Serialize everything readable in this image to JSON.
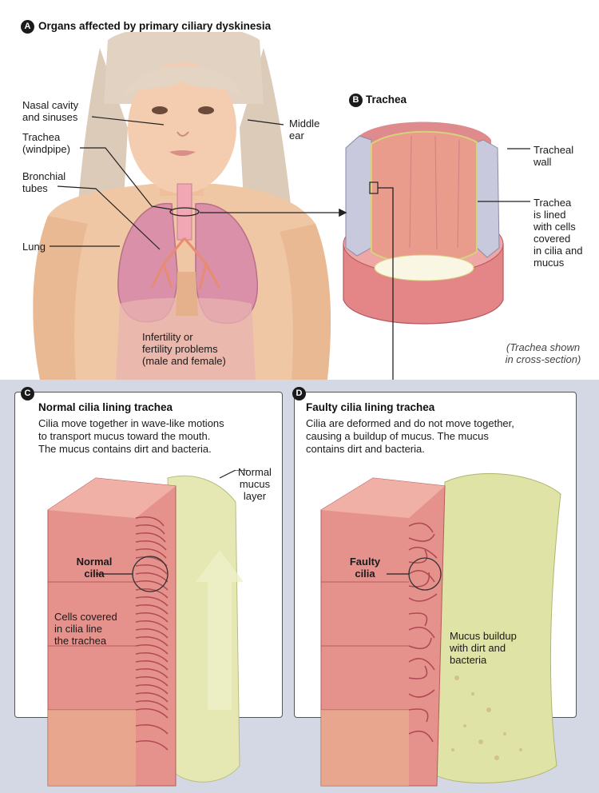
{
  "panel_a": {
    "badge": "A",
    "title": "Organs affected by primary ciliary dyskinesia",
    "labels": {
      "nasal": [
        "Nasal cavity",
        "and sinuses"
      ],
      "trachea": [
        "Trachea",
        "(windpipe)"
      ],
      "bronchial": [
        "Bronchial",
        "tubes"
      ],
      "lung": "Lung",
      "ear": [
        "Middle",
        "ear"
      ],
      "fertility": [
        "Infertility or",
        "fertility problems",
        "(male and female)"
      ]
    }
  },
  "panel_b": {
    "badge": "B",
    "title": "Trachea",
    "labels": {
      "wall": [
        "Tracheal",
        "wall"
      ],
      "lined": [
        "Trachea",
        "is lined",
        "with cells",
        "covered",
        "in cilia and",
        "mucus"
      ],
      "note": [
        "(Trachea shown",
        "in cross-section)"
      ]
    }
  },
  "panel_c": {
    "badge": "C",
    "title": "Normal cilia lining trachea",
    "desc": [
      "Cilia move together in wave-like motions",
      "to transport mucus toward the mouth.",
      "The mucus contains dirt and bacteria."
    ],
    "labels": {
      "mucus": [
        "Normal",
        "mucus",
        "layer"
      ],
      "cilia": [
        "Normal",
        "cilia"
      ],
      "cells": [
        "Cells covered",
        "in cilia line",
        "the trachea"
      ]
    }
  },
  "panel_d": {
    "badge": "D",
    "title": "Faulty cilia lining trachea",
    "desc": [
      "Cilia are deformed and do not move together,",
      "causing a buildup of mucus. The mucus",
      "contains dirt and bacteria."
    ],
    "labels": {
      "cilia": [
        "Faulty",
        "cilia"
      ],
      "buildup": [
        "Mucus buildup",
        "with dirt and",
        "bacteria"
      ]
    }
  },
  "colors": {
    "skin": "#f2c9a8",
    "hair": "#d9c7b5",
    "lung": "#d98ea6",
    "tissue": "#e89a95",
    "mucus": "#dfe3a6",
    "panel_bg": "#d4d8e4"
  }
}
